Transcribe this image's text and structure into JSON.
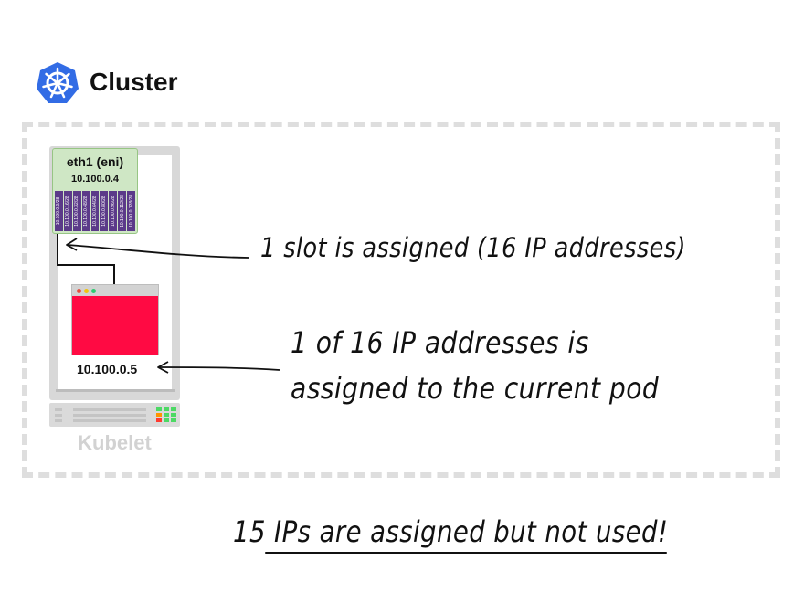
{
  "header": {
    "title": "Cluster",
    "logo_icon": "kubernetes-helm-icon",
    "logo_color": "#326ce5"
  },
  "node": {
    "eni": {
      "title": "eth1 (eni)",
      "ip": "10.100.0.4",
      "slot_color": "#5b3a89",
      "slots": [
        "10.100.0.0/28",
        "10.100.0.16/28",
        "10.100.0.32/28",
        "10.100.0.48/28",
        "10.100.0.64/28",
        "10.100.0.80/28",
        "10.100.0.96/28",
        "10.100.0.112/28",
        "10.100.0.128/28"
      ]
    },
    "pod": {
      "ip": "10.100.0.5",
      "body_color": "#ff0a43",
      "dots": [
        "#e84c3d",
        "#f1c40f",
        "#2ecc71"
      ]
    },
    "kubelet_label": "Kubelet"
  },
  "annotations": {
    "slot_note": "1 slot is assigned (16 IP addresses)",
    "pod_note_line1": "1 of 16 IP addresses is",
    "pod_note_line2": "assigned to the current pod",
    "footer_note": "15 IPs are assigned but not used!"
  }
}
